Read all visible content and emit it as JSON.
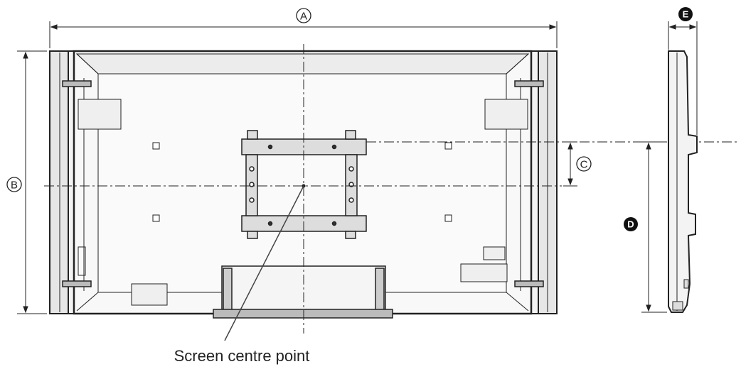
{
  "labels": {
    "a": "A",
    "b": "B",
    "c": "C",
    "d": "D",
    "e": "E"
  },
  "caption": "Screen centre point",
  "colors": {
    "line": "#222222",
    "light_line": "#555555",
    "panel_fill": "#f3f3f3",
    "label_fill": "#111111"
  }
}
